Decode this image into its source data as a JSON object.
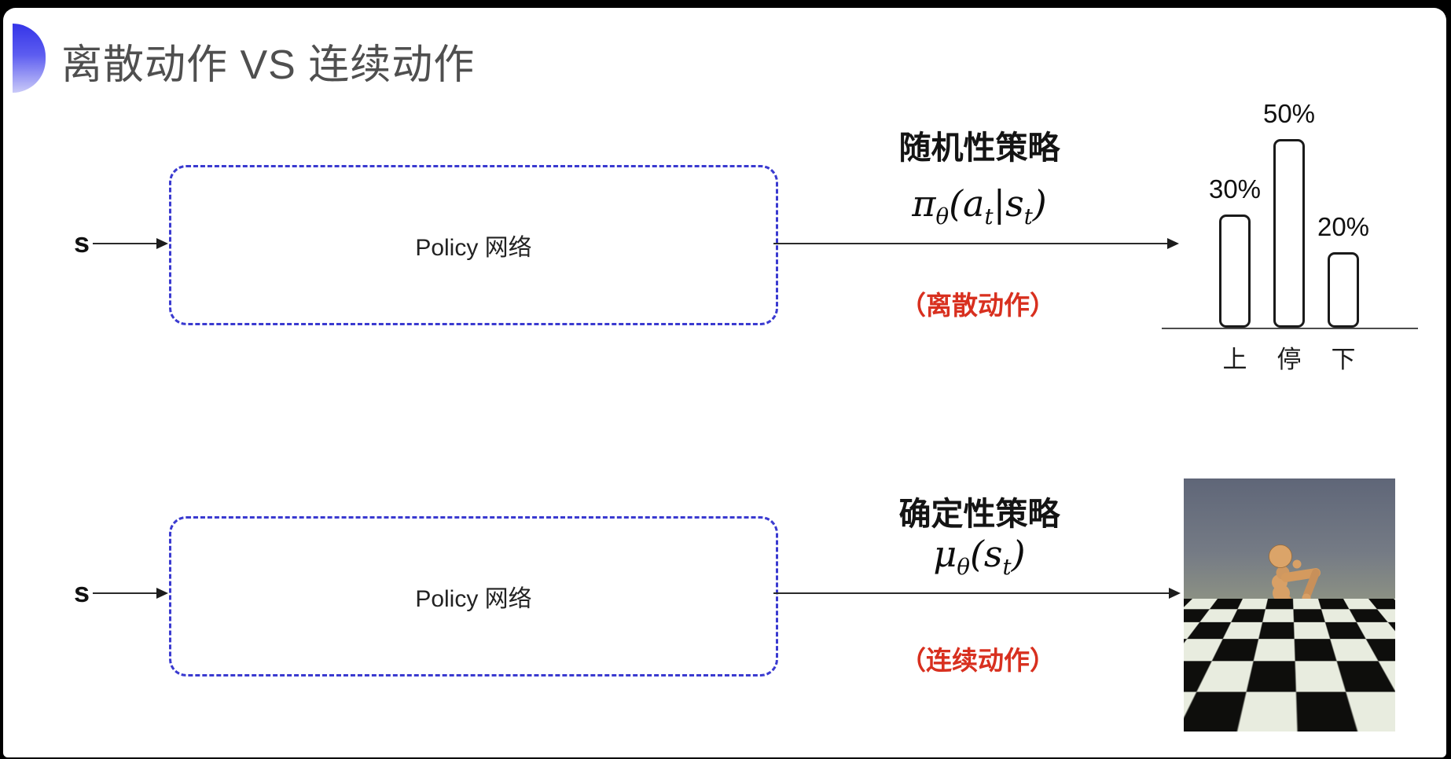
{
  "page": {
    "title": "离散动作 VS 连续动作"
  },
  "flows": {
    "top": {
      "input_label": "s",
      "box_label": "Policy 网络",
      "policy_title": "随机性策略",
      "formula": "π_{θ}(a_{t}|s_{t})",
      "action_tag": "（离散动作）"
    },
    "bottom": {
      "input_label": "s",
      "box_label": "Policy 网络",
      "policy_title": "确定性策略",
      "formula": "μ_{θ}(s_{t})",
      "action_tag": "（连续动作）"
    }
  },
  "chart_data": {
    "type": "bar",
    "categories": [
      "上",
      "停",
      "下"
    ],
    "values": [
      30,
      50,
      20
    ],
    "value_labels": [
      "30%",
      "50%",
      "20%"
    ],
    "title": "",
    "xlabel": "",
    "ylabel": "",
    "ylim": [
      0,
      55
    ],
    "grid": false,
    "legend_position": "none"
  },
  "icons": {
    "bullet_sphere": "blue-gradient-semicircle",
    "robot_picture": "mujoco-humanoid-on-checkerboard"
  },
  "colors": {
    "box_border_blue": "#3a3ad0",
    "action_tag_red": "#d8301f",
    "title_gray": "#4f4f4f",
    "arrow_black": "#1c1c1c",
    "sky_top": "#5f6678",
    "tile_dark": "#0e0e0c",
    "tile_light": "#e8ecdf",
    "robot_skin": "#d49a5e"
  }
}
